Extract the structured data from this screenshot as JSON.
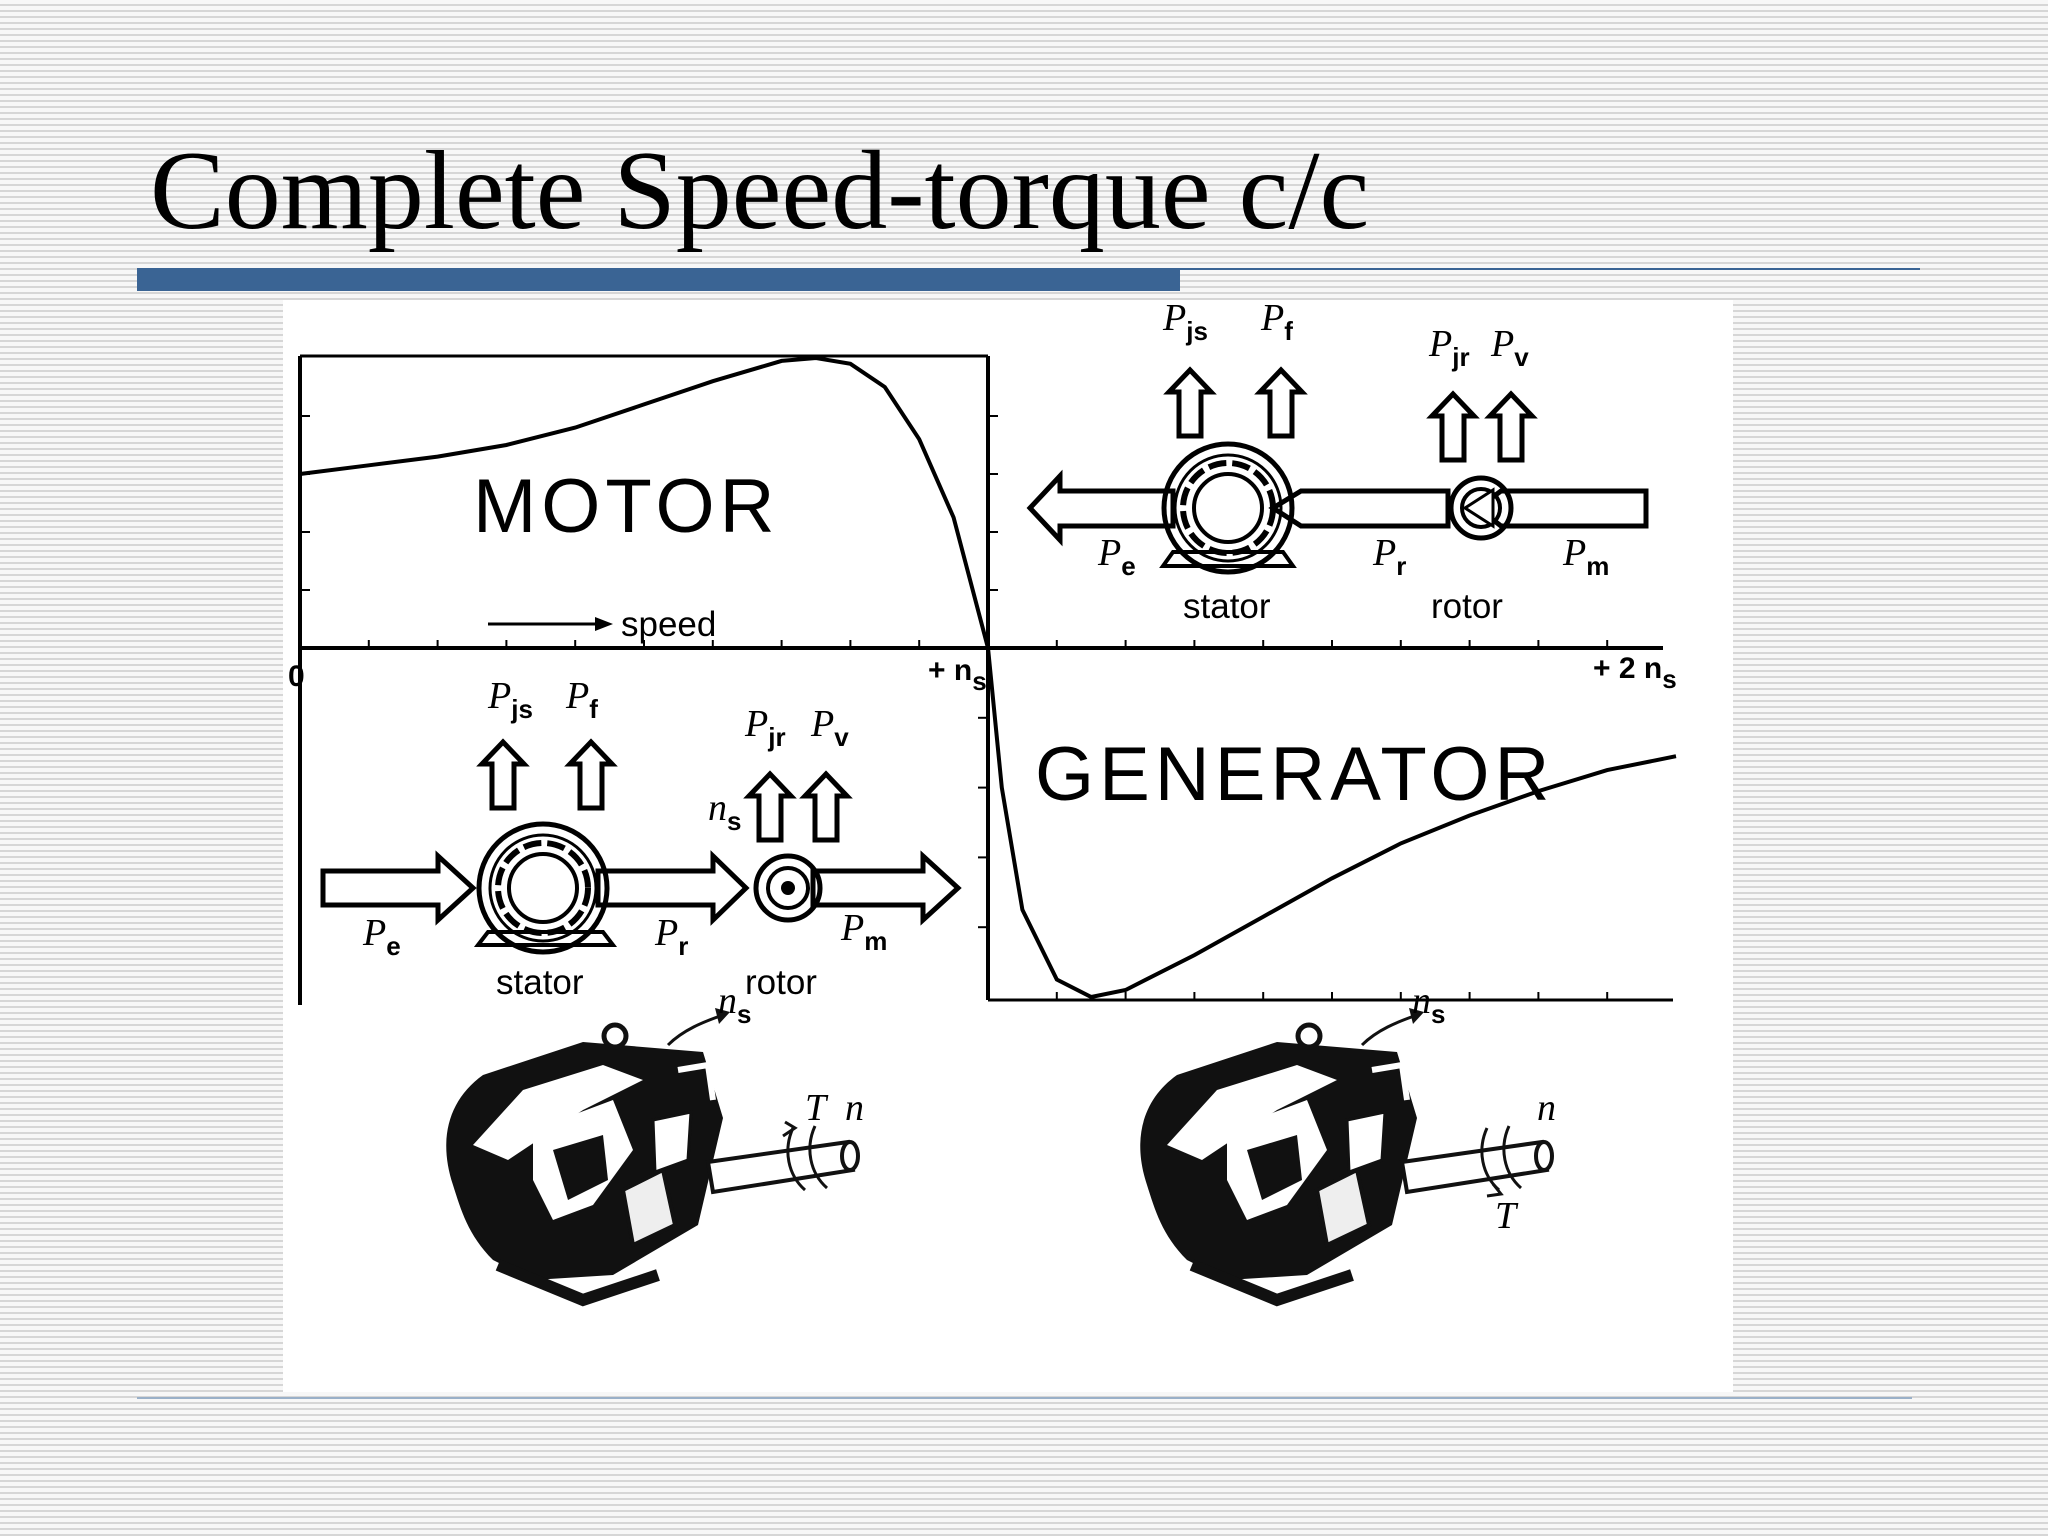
{
  "slide": {
    "title": "Complete Speed-torque c/c"
  },
  "chart_data": {
    "type": "line",
    "title": "",
    "x_axis_labels": [
      "0",
      "+ n",
      "s",
      "+ 2 n",
      "s"
    ],
    "quadrant_labels": [
      "MOTOR",
      "GENERATOR"
    ],
    "direction_label": "speed",
    "motor_curve": {
      "x": [
        0,
        0.1,
        0.2,
        0.3,
        0.4,
        0.5,
        0.6,
        0.7,
        0.75,
        0.8,
        0.85,
        0.9,
        0.95,
        1.0
      ],
      "y": [
        0.6,
        0.63,
        0.66,
        0.7,
        0.76,
        0.84,
        0.92,
        0.99,
        1.0,
        0.98,
        0.9,
        0.72,
        0.45,
        0.0
      ]
    },
    "generator_curve": {
      "x": [
        1.0,
        1.02,
        1.05,
        1.1,
        1.15,
        1.2,
        1.3,
        1.4,
        1.5,
        1.6,
        1.7,
        1.8,
        1.9,
        2.0
      ],
      "y": [
        0.0,
        -0.4,
        -0.75,
        -0.95,
        -1.0,
        -0.98,
        -0.88,
        -0.77,
        -0.66,
        -0.56,
        -0.48,
        -0.41,
        -0.35,
        -0.31
      ]
    }
  },
  "motor_flow": {
    "labels": {
      "pjs": "P",
      "pjs_sub": "js",
      "pf": "P",
      "pf_sub": "f",
      "pjr": "P",
      "pjr_sub": "jr",
      "pv": "P",
      "pv_sub": "v",
      "pe": "P",
      "pe_sub": "e",
      "pr": "P",
      "pr_sub": "r",
      "pm": "P",
      "pm_sub": "m",
      "stator": "stator",
      "rotor": "rotor"
    }
  },
  "generator_flow": {
    "labels": {
      "pjs": "P",
      "pjs_sub": "js",
      "pf": "P",
      "pf_sub": "f",
      "pjr": "P",
      "pjr_sub": "jr",
      "pv": "P",
      "pv_sub": "v",
      "ns": "n",
      "ns_sub": "s",
      "pe": "P",
      "pe_sub": "e",
      "pr": "P",
      "pr_sub": "r",
      "pm": "P",
      "pm_sub": "m",
      "stator": "stator",
      "rotor": "rotor"
    }
  },
  "machines": [
    {
      "ns": "n",
      "ns_sub": "s",
      "torque": "T",
      "speed": "n"
    },
    {
      "ns": "n",
      "ns_sub": "s",
      "torque": "T",
      "speed": "n"
    }
  ]
}
